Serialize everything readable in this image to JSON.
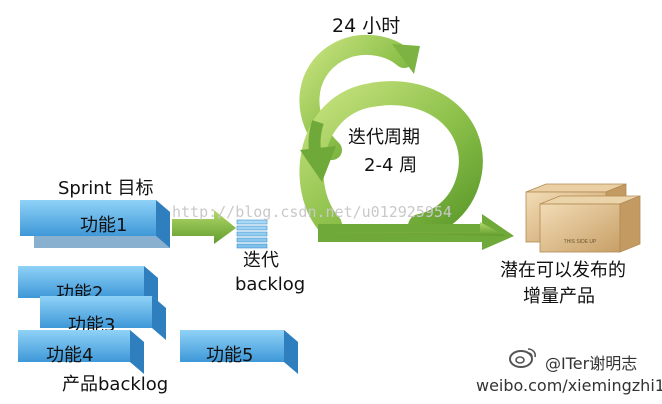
{
  "cycle": {
    "daily_label": "24 小时",
    "iteration_label_line1": "迭代周期",
    "iteration_label_line2": "2-4 周"
  },
  "sprint": {
    "goal_label": "Sprint 目标",
    "feature_label": "功能1"
  },
  "iteration_backlog": {
    "label_line1": "迭代",
    "label_line2": "backlog"
  },
  "increment": {
    "label_line1": "潜在可以发布的",
    "label_line2": "增量产品",
    "box_print": "THIS SIDE UP"
  },
  "product_backlog": {
    "items": [
      "功能2",
      "功能3",
      "功能4",
      "功能5"
    ],
    "label": "产品backlog"
  },
  "watermark": {
    "url": "http://blog.csdn.net/u012925954"
  },
  "weibo": {
    "handle": "@ITer谢明志",
    "url": "weibo.com/xiemingzhi1"
  },
  "colors": {
    "block_blue": "#5fb3ea",
    "block_dark": "#2f7fbf",
    "arrow_green": "#7cb342",
    "box_tan": "#d8b888"
  }
}
